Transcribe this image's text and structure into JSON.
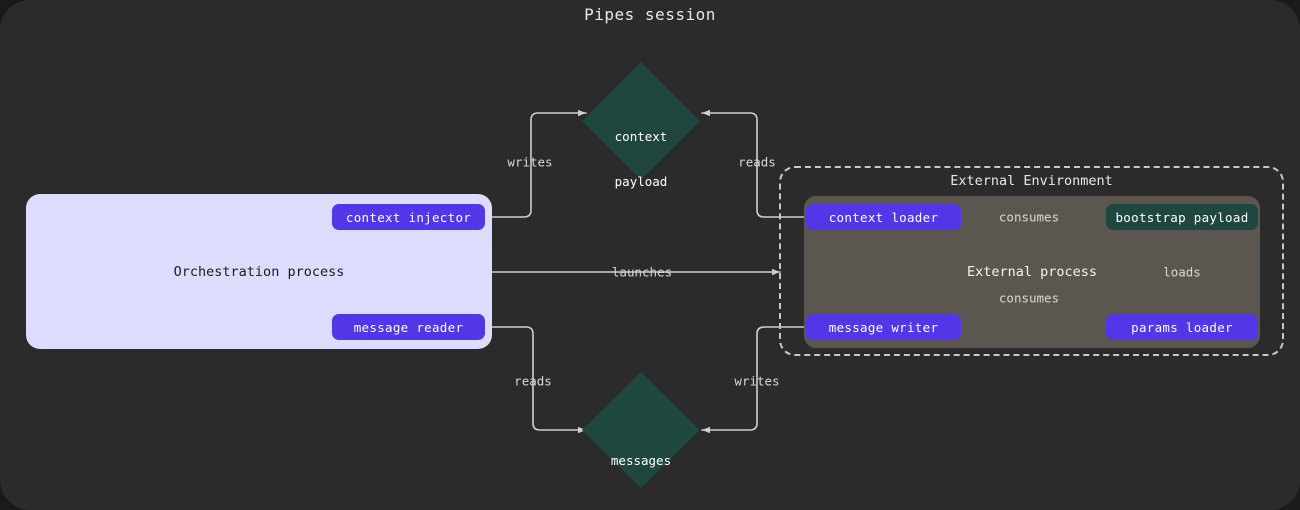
{
  "diagram": {
    "title": "Pipes session",
    "background_color": "#2b2b2b",
    "accent_op_color": "#5137e8",
    "accent_asset_color": "#20473f",
    "process_panel_color": "#dcdcfd",
    "external_process_color": "#5b5750",
    "edge_color": "#cfcfc9"
  },
  "orchestration": {
    "label": "Orchestration process",
    "ops": [
      {
        "label": "context injector"
      },
      {
        "label": "message reader"
      }
    ]
  },
  "external_environment": {
    "label": "External Environment",
    "process_label": "External process",
    "ops": [
      {
        "label": "context loader"
      },
      {
        "label": "message writer"
      },
      {
        "label": "params loader"
      }
    ],
    "assets": [
      {
        "label": "bootstrap payload"
      }
    ]
  },
  "shared_assets": [
    {
      "label": "context\npayload",
      "line1": "context",
      "line2": "payload"
    },
    {
      "label": "messages",
      "line1": "messages",
      "line2": ""
    }
  ],
  "edges": [
    {
      "label": "writes",
      "from": "context injector",
      "to": "context payload"
    },
    {
      "label": "reads",
      "from": "context loader",
      "to": "context payload"
    },
    {
      "label": "launches",
      "from": "Orchestration process",
      "to": "External Environment"
    },
    {
      "label": "reads",
      "from": "message reader",
      "to": "messages"
    },
    {
      "label": "writes",
      "from": "message writer",
      "to": "messages"
    },
    {
      "label": "consumes",
      "from": "context loader",
      "to": "bootstrap payload"
    },
    {
      "label": "consumes",
      "from": "message writer",
      "to": "bootstrap payload"
    },
    {
      "label": "loads",
      "from": "params loader",
      "to": "bootstrap payload"
    }
  ]
}
